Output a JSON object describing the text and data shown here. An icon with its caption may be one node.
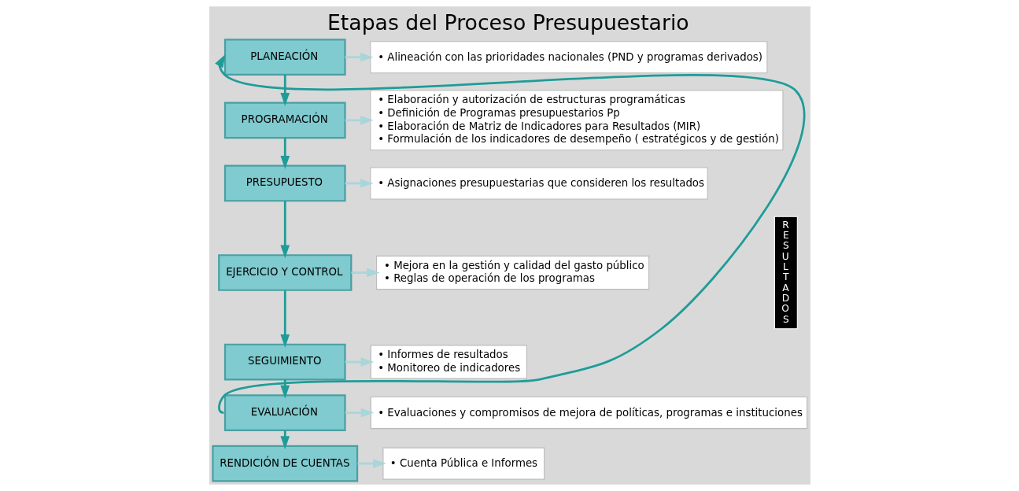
{
  "diagram": {
    "title": "Etapas del Proceso Presupuestario",
    "nodes": [
      {
        "text": [
          "PLANEACIÓN"
        ]
      },
      {
        "text": [
          "PROGRAMACIÓN"
        ]
      },
      {
        "text": [
          "PRESUPUESTO"
        ]
      },
      {
        "text": [
          "EJERCICIO Y CONTROL"
        ]
      },
      {
        "text": [
          "SEGUIMIENTO"
        ]
      },
      {
        "text": [
          "EVALUACIÓN"
        ]
      },
      {
        "text": [
          "RENDICIÓN DE CUENTAS"
        ]
      },
      {
        "text": [
          "• Alineación con las prioridades nacionales (PND y programas derivados)"
        ]
      },
      {
        "text": [
          "• Elaboración y autorización de estructuras programáticas",
          "• Definición de Programas presupuestarios Pp",
          "• Elaboración de Matriz de Indicadores para Resultados (MIR)",
          "• Formulación de los indicadores de desempeño ( estratégicos y de gestión)"
        ]
      },
      {
        "text": [
          "• Asignaciones presupuestarias que consideren los resultados"
        ]
      },
      {
        "text": [
          "• Mejora en la gestión y calidad del gasto público",
          "• Reglas de operación de los programas"
        ]
      },
      {
        "text": [
          "• Informes de resultados",
          "• Monitoreo de indicadores"
        ]
      },
      {
        "text": [
          "• Evaluaciones y compromisos de mejora de políticas, programas e instituciones"
        ]
      },
      {
        "text": [
          "• Cuenta Pública e Informes"
        ]
      },
      {
        "text": [
          "RESULTADOS"
        ]
      }
    ],
    "edges": [
      {
        "from": 0,
        "to": 7,
        "arrow": "to",
        "color": "#a9d6da"
      },
      {
        "from": 0,
        "to": 1,
        "arrow": "to",
        "color": "#1f9c98"
      },
      {
        "from": 1,
        "to": 8,
        "arrow": "to",
        "color": "#a9d6da"
      },
      {
        "from": 1,
        "to": 2,
        "arrow": "to",
        "color": "#1f9c98"
      },
      {
        "from": 2,
        "to": 9,
        "arrow": "to",
        "color": "#a9d6da"
      },
      {
        "from": 2,
        "to": 3,
        "arrow": "to",
        "color": "#1f9c98"
      },
      {
        "from": 3,
        "to": 10,
        "arrow": "to",
        "color": "#a9d6da"
      },
      {
        "from": 3,
        "to": 4,
        "arrow": "to",
        "color": "#1f9c98"
      },
      {
        "from": 4,
        "to": 11,
        "arrow": "to",
        "color": "#a9d6da"
      },
      {
        "from": 4,
        "to": 5,
        "arrow": "to",
        "color": "#1f9c98"
      },
      {
        "from": 5,
        "to": 12,
        "arrow": "to",
        "color": "#a9d6da"
      },
      {
        "from": 5,
        "to": 6,
        "arrow": "to",
        "color": "#1f9c98"
      },
      {
        "from": 5,
        "to": 0,
        "arrow": "to",
        "color": "#1f9c98"
      },
      {
        "from": 6,
        "to": 13,
        "arrow": "to",
        "color": "#a9d6da"
      }
    ]
  }
}
